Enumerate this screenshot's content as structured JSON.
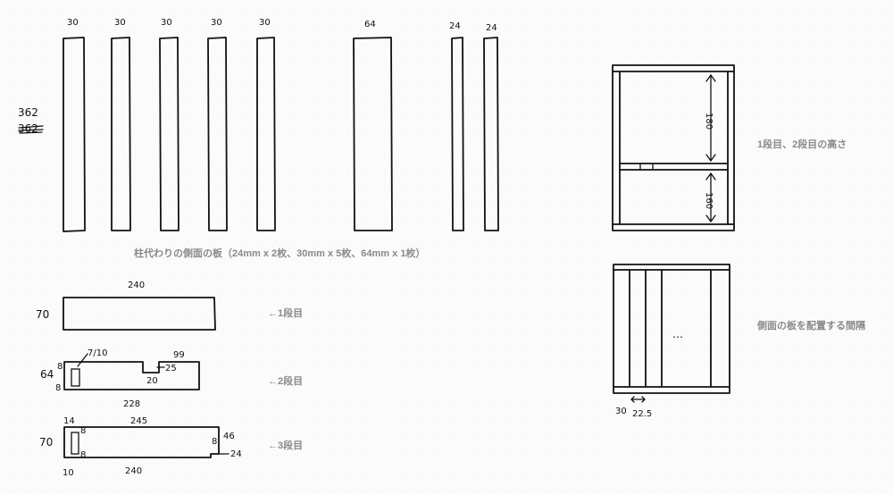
{
  "posts": {
    "widths": [
      "30",
      "30",
      "30",
      "30",
      "30",
      "64",
      "24",
      "24"
    ],
    "height_label": "362",
    "height_label_crossed": "362",
    "caption": "柱代わりの側面の板（24mm x 2枚、30mm x 5枚、64mm x 1枚）"
  },
  "tier1": {
    "length": "240",
    "height": "70",
    "caption": "←1段目"
  },
  "tier2": {
    "top_left": "8",
    "slot_label": "7/10",
    "right_top": "99",
    "height": "64",
    "bottom_left": "8",
    "notch_depth": "25",
    "notch_width": "20",
    "length": "228",
    "caption": "←2段目"
  },
  "tier3": {
    "top_left": "14",
    "top_slot": "8",
    "length_top": "245",
    "height": "70",
    "right_upper": "46",
    "right_lower": "24",
    "right_small": "8",
    "bottom_slot": "8",
    "bottom_left": "10",
    "length_bottom": "240",
    "caption": "←3段目"
  },
  "shelf_heights": {
    "upper": "180",
    "lower": "160",
    "caption": "1段目、2段目の高さ"
  },
  "spacing": {
    "left_label": "30",
    "gap_label": "22.5",
    "ellipsis": "…",
    "caption": "側面の板を配置する間隔"
  }
}
